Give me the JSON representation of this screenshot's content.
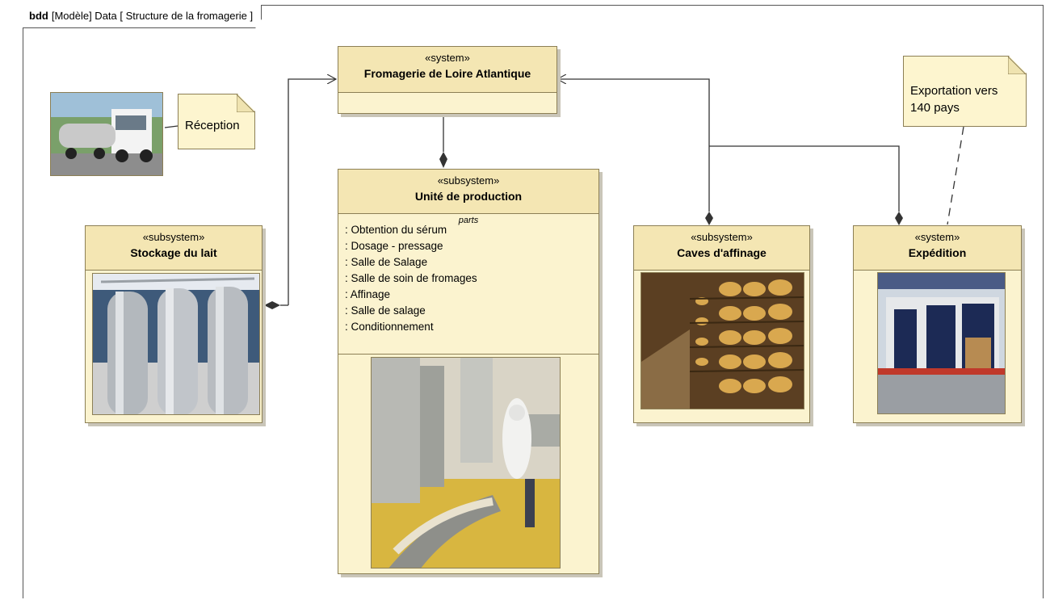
{
  "frame": {
    "kind": "bdd",
    "label": "[Modèle] Data [ Structure de la fromagerie ]"
  },
  "blocks": {
    "fromagerie": {
      "stereotype": "«system»",
      "name": "Fromagerie de Loire Atlantique"
    },
    "production": {
      "stereotype": "«subsystem»",
      "name": "Unité de production",
      "parts_title": "parts",
      "parts": [
        ": Obtention du sérum",
        ": Dosage - pressage",
        ": Salle de Salage",
        ": Salle de soin de fromages",
        ": Affinage",
        ": Salle de salage",
        ": Conditionnement"
      ]
    },
    "stockage": {
      "stereotype": "«subsystem»",
      "name": "Stockage du lait"
    },
    "caves": {
      "stereotype": "«subsystem»",
      "name": "Caves d'affinage"
    },
    "expedition": {
      "stereotype": "«system»",
      "name": "Expédition"
    }
  },
  "notes": {
    "reception": "Réception",
    "exportation": "Exportation vers 140 pays"
  },
  "images": {
    "truck": "milk-tanker-truck",
    "silos": "milk-storage-silos",
    "factory": "cheese-production-line",
    "cellar": "cheese-ripening-cellar",
    "dock": "loading-dock"
  },
  "colors": {
    "block_fill": "#fbf3cf",
    "block_header": "#f4e6b3",
    "border": "#8c7f55"
  }
}
